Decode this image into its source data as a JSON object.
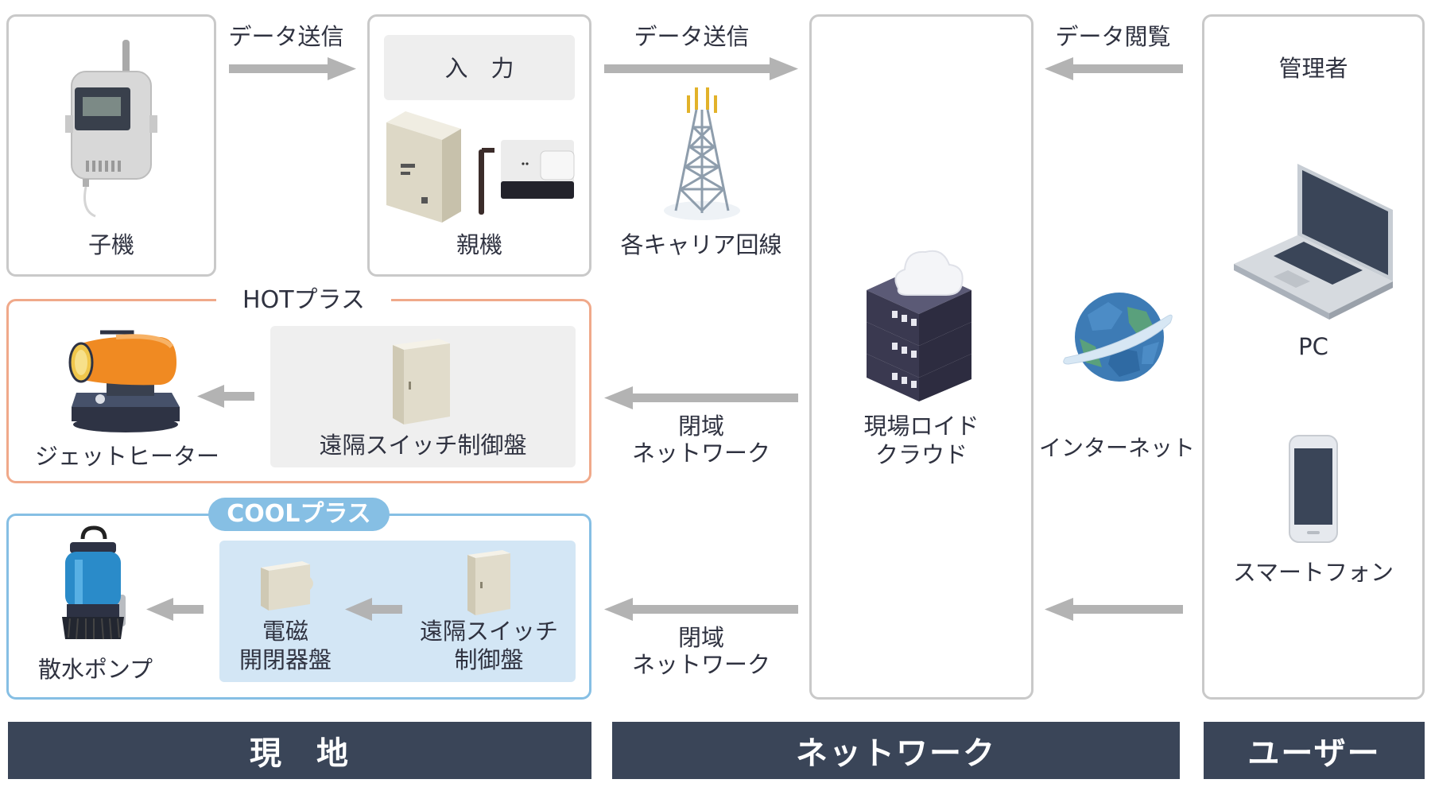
{
  "site": {
    "child_label": "子機",
    "parent_label": "親機",
    "input_label": "入　力",
    "send1_label": "データ送信",
    "send2_label": "データ送信",
    "carrier_label": "各キャリア回線"
  },
  "hot_plus": {
    "title": "HOTプラス",
    "heater_label": "ジェットヒーター",
    "switch_panel_label": "遠隔スイッチ制御盤"
  },
  "cool_plus": {
    "title": "COOLプラス",
    "pump_label": "散水ポンプ",
    "magnetic_label_1": "電磁",
    "magnetic_label_2": "開閉器盤",
    "switch_label_1": "遠隔スイッチ",
    "switch_label_2": "制御盤"
  },
  "network": {
    "closed_net_1a": "閉域",
    "closed_net_1b": "ネットワーク",
    "closed_net_2a": "閉域",
    "closed_net_2b": "ネットワーク",
    "cloud_label_1": "現場ロイド",
    "cloud_label_2": "クラウド",
    "internet_label": "インターネット",
    "view_label": "データ閲覧"
  },
  "user": {
    "admin_label": "管理者",
    "pc_label": "PC",
    "phone_label": "スマートフォン"
  },
  "footer": {
    "site": "現　地",
    "network": "ネットワーク",
    "user": "ユーザー"
  },
  "colors": {
    "footer_bg": "#3a4558",
    "hot_border": "#f0a98a",
    "cool_border": "#86bfe4",
    "cool_tag": "#86bfe4",
    "arrow_gray": "#b3b3b3",
    "box_border": "#c9c9c9"
  }
}
